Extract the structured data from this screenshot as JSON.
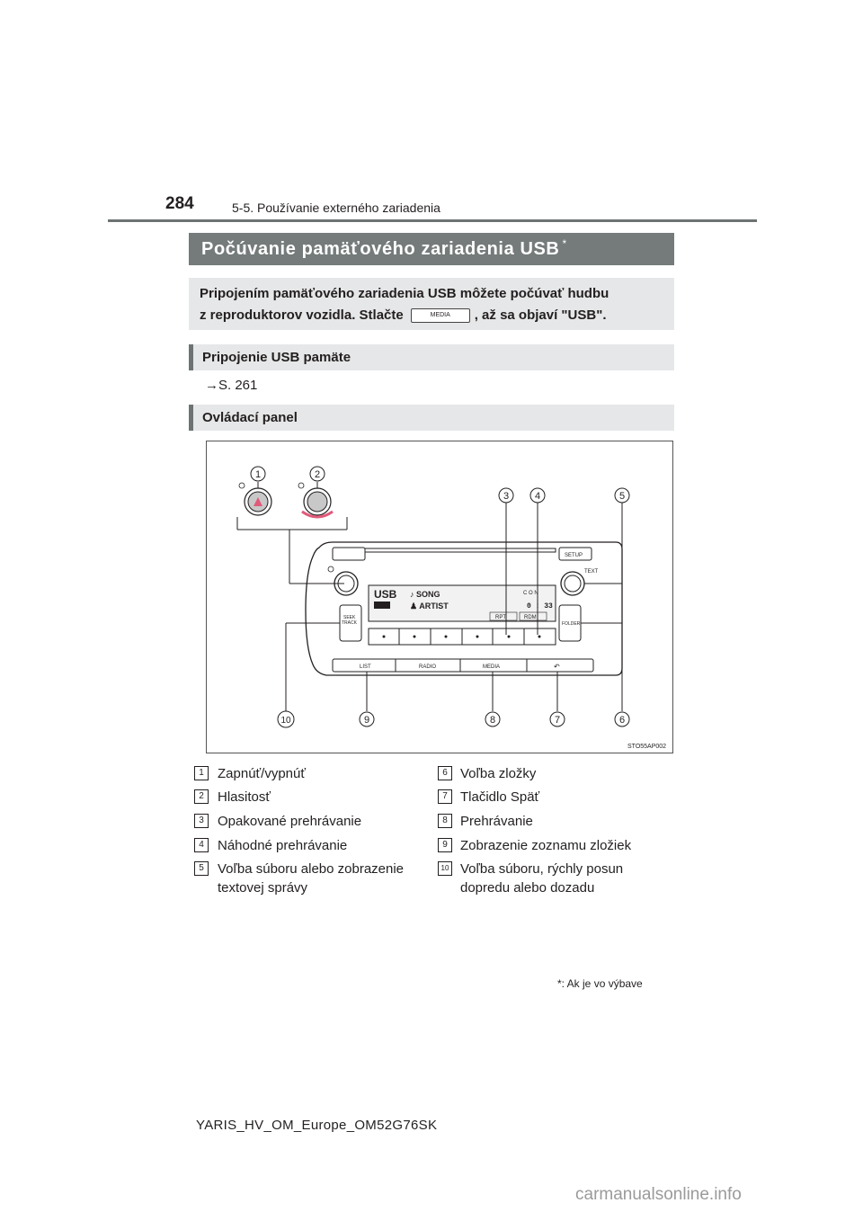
{
  "header": {
    "page_number": "284",
    "section": "5-5. Používanie externého zariadenia"
  },
  "title": {
    "text": "Počúvanie pamäťového zariadenia USB",
    "asterisk": "*"
  },
  "intro": {
    "line1": "Pripojením pamäťového zariadenia USB môžete počúvať hudbu",
    "line2_before": "z reproduktorov vozidla. Stlačte",
    "media_key_label": "MEDIA",
    "line2_after": ", až sa objaví \"USB\"."
  },
  "sections": {
    "usb_connection": "Pripojenie USB pamäte",
    "reference": "→S. 261",
    "control_panel": "Ovládací panel"
  },
  "figure": {
    "code": "STO55AP002",
    "callouts": [
      "1",
      "2",
      "3",
      "4",
      "5",
      "6",
      "7",
      "8",
      "9",
      "10"
    ],
    "panel": {
      "display_source": "USB",
      "display_song": "SONG",
      "display_artist": "ARTIST",
      "display_time": "0 : 33",
      "display_indicator": "C O N",
      "rpt": "RPT",
      "rdm": "RDM",
      "setup": "SETUP",
      "text": "TEXT",
      "seek": "SEEK",
      "track": "TRACK",
      "folder": "FOLDER",
      "list": "LIST",
      "radio": "RADIO",
      "media": "MEDIA",
      "back_symbol": "↶"
    }
  },
  "legend": {
    "left": [
      {
        "num": "1",
        "text": "Zapnúť/vypnúť"
      },
      {
        "num": "2",
        "text": "Hlasitosť"
      },
      {
        "num": "3",
        "text": "Opakované prehrávanie"
      },
      {
        "num": "4",
        "text": "Náhodné prehrávanie"
      },
      {
        "num": "5",
        "text": "Voľba súboru alebo zobrazenie textovej správy"
      }
    ],
    "right": [
      {
        "num": "6",
        "text": "Voľba zložky"
      },
      {
        "num": "7",
        "text": "Tlačidlo Späť"
      },
      {
        "num": "8",
        "text": "Prehrávanie"
      },
      {
        "num": "9",
        "text": "Zobrazenie zoznamu zložiek"
      },
      {
        "num": "10",
        "text": "Voľba súboru, rýchly posun dopredu alebo dozadu"
      }
    ]
  },
  "footnote": "*: Ak je vo výbave",
  "document_id": "YARIS_HV_OM_Europe_OM52G76SK",
  "watermark": "carmanualsonline.info"
}
